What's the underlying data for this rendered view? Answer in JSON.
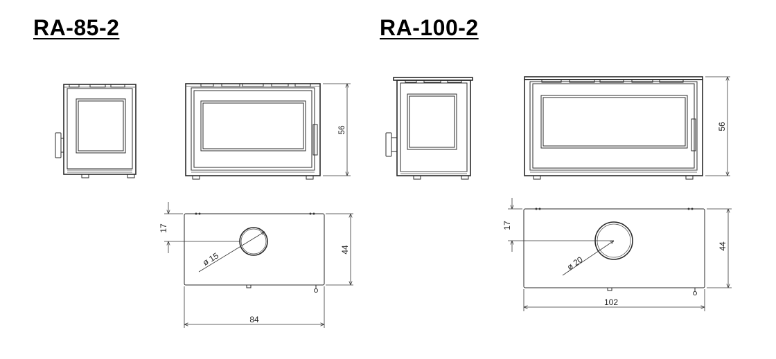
{
  "left": {
    "title": "RA-85-2",
    "dims": {
      "height": "56",
      "depth": "44",
      "offset": "17",
      "flue": "ø 15",
      "width": "84"
    }
  },
  "right": {
    "title": "RA-100-2",
    "dims": {
      "height": "56",
      "depth": "44",
      "offset": "17",
      "flue": "ø 20",
      "width": "102"
    }
  }
}
